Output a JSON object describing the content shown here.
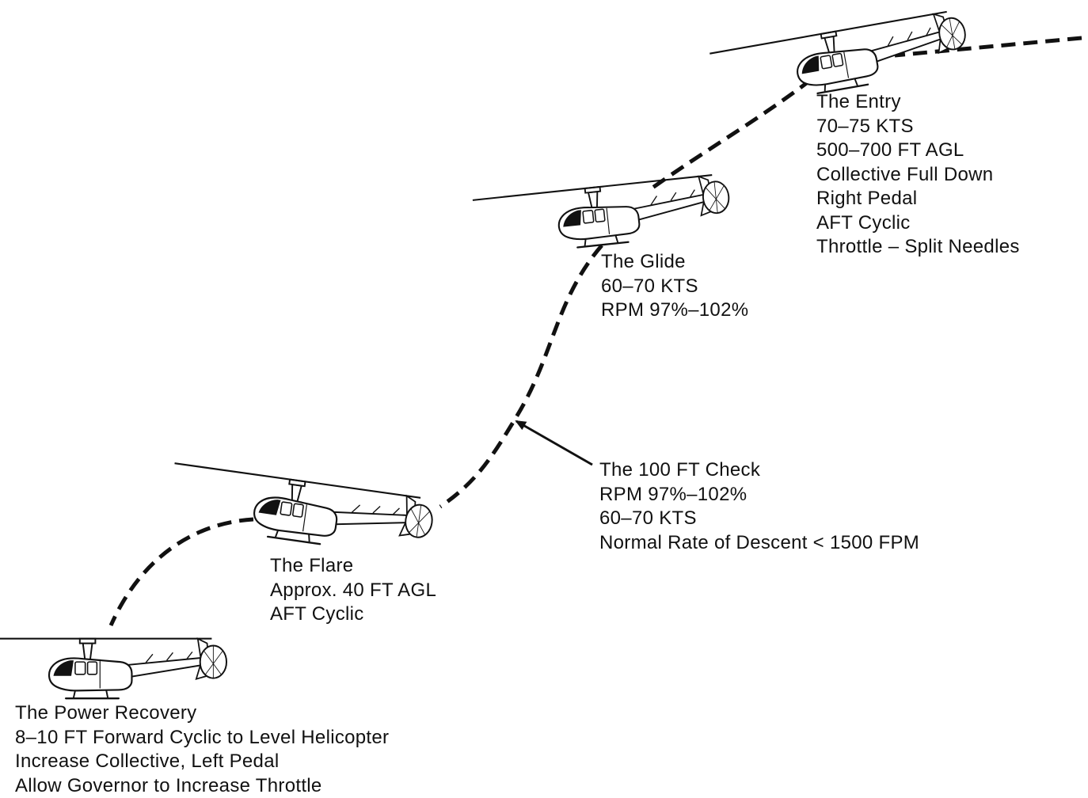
{
  "stages": {
    "entry": {
      "title": "The Entry",
      "lines": [
        "70–75 KTS",
        "500–700 FT AGL",
        "Collective Full Down",
        "Right Pedal",
        "AFT Cyclic",
        "Throttle – Split Needles"
      ]
    },
    "glide": {
      "title": "The Glide",
      "lines": [
        "60–70 KTS",
        "RPM 97%–102%"
      ]
    },
    "check": {
      "title": "The 100 FT Check",
      "lines": [
        "RPM 97%–102%",
        "60–70 KTS",
        "Normal Rate of Descent < 1500 FPM"
      ]
    },
    "flare": {
      "title": "The Flare",
      "lines": [
        "Approx. 40 FT AGL",
        "AFT Cyclic"
      ]
    },
    "recovery": {
      "title": "The Power Recovery",
      "lines": [
        "8–10 FT Forward Cyclic to Level Helicopter",
        "Increase Collective, Left Pedal",
        "Allow Governor to Increase Throttle"
      ]
    }
  },
  "icons": {
    "helicopter": "helicopter-icon",
    "flight_path": "dashed-flight-path",
    "pointer": "arrow-icon"
  },
  "colors": {
    "ink": "#111111",
    "background": "#ffffff"
  }
}
